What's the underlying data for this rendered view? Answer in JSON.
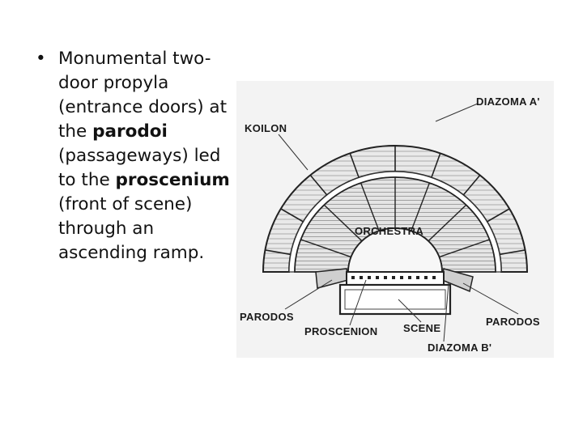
{
  "slide": {
    "bullet": {
      "symbol": "•",
      "parts": [
        {
          "text": "Monumental two-door propyla (entrance doors) at the ",
          "bold": false
        },
        {
          "text": "parodoi",
          "bold": true
        },
        {
          "text": " (passageways) led to the ",
          "bold": false
        },
        {
          "text": "proscenium",
          "bold": true
        },
        {
          "text": " (front of scene) through an ascending ramp.",
          "bold": false
        }
      ]
    },
    "diagram": {
      "labels": {
        "diazoma_a": "DIAZOMA A'",
        "koilon": "KOILON",
        "orchestra": "ORCHESTRA",
        "parodos_left": "PARODOS",
        "parodos_right": "PARODOS",
        "proscenion": "PROSCENION",
        "scene": "SCENE",
        "diazoma_b": "DIAZOMA B'"
      }
    }
  }
}
